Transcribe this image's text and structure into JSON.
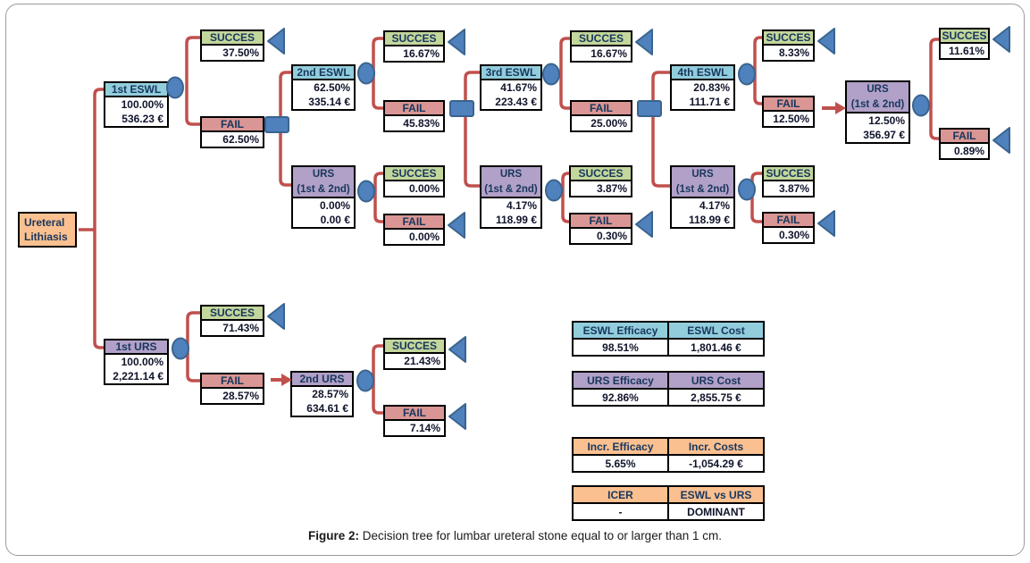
{
  "figure": {
    "caption_label": "Figure 2:",
    "caption_text": "Decision tree for lumbar ureteral stone equal to or larger than 1 cm."
  },
  "colors": {
    "eswl_blue": "#92CDDC",
    "urs_purple": "#B1A0C7",
    "succes_green": "#C3D69B",
    "fail_red": "#D99694",
    "root_orange": "#FAC090",
    "connector_red": "#C0504D",
    "shape_blue": "#4F81BD"
  },
  "tree": {
    "root": {
      "line1": "Ureteral",
      "line2": "Lithiasis"
    },
    "eswl1": {
      "title": "1st ESWL",
      "prob": "100.00%",
      "cost": "536.23 €"
    },
    "eswl1_succes": {
      "title": "SUCCES",
      "prob": "37.50%"
    },
    "eswl1_fail": {
      "title": "FAIL",
      "prob": "62.50%"
    },
    "eswl2": {
      "title": "2nd ESWL",
      "prob": "62.50%",
      "cost": "335.14 €"
    },
    "eswl2_succes": {
      "title": "SUCCES",
      "prob": "16.67%"
    },
    "eswl2_fail": {
      "title": "FAIL",
      "prob": "45.83%"
    },
    "eswl3": {
      "title": "3rd ESWL",
      "prob": "41.67%",
      "cost": "223.43 €"
    },
    "eswl3_succes": {
      "title": "SUCCES",
      "prob": "16.67%"
    },
    "eswl3_fail": {
      "title": "FAIL",
      "prob": "25.00%"
    },
    "eswl4": {
      "title": "4th ESWL",
      "prob": "20.83%",
      "cost": "111.71 €"
    },
    "eswl4_succes": {
      "title": "SUCCES",
      "prob": "8.33%"
    },
    "eswl4_fail": {
      "title": "FAIL",
      "prob": "12.50%"
    },
    "urs_a": {
      "title1": "URS",
      "title2": "(1st & 2nd)",
      "prob": "0.00%",
      "cost": "0.00 €"
    },
    "urs_a_succes": {
      "title": "SUCCES",
      "prob": "0.00%"
    },
    "urs_a_fail": {
      "title": "FAIL",
      "prob": "0.00%"
    },
    "urs_b": {
      "title1": "URS",
      "title2": "(1st & 2nd)",
      "prob": "4.17%",
      "cost": "118.99 €"
    },
    "urs_b_succes": {
      "title": "SUCCES",
      "prob": "3.87%"
    },
    "urs_b_fail": {
      "title": "FAIL",
      "prob": "0.30%"
    },
    "urs_c": {
      "title1": "URS",
      "title2": "(1st & 2nd)",
      "prob": "4.17%",
      "cost": "118.99 €"
    },
    "urs_c_succes": {
      "title": "SUCCES",
      "prob": "3.87%"
    },
    "urs_c_fail": {
      "title": "FAIL",
      "prob": "0.30%"
    },
    "urs_d": {
      "title1": "URS",
      "title2": "(1st & 2nd)",
      "prob": "12.50%",
      "cost": "356.97 €"
    },
    "urs_d_succes": {
      "title": "SUCCES",
      "prob": "11.61%"
    },
    "urs_d_fail": {
      "title": "FAIL",
      "prob": "0.89%"
    },
    "urs1": {
      "title": "1st URS",
      "prob": "100.00%",
      "cost": "2,221.14 €"
    },
    "urs1_succes": {
      "title": "SUCCES",
      "prob": "71.43%"
    },
    "urs1_fail": {
      "title": "FAIL",
      "prob": "28.57%"
    },
    "urs2": {
      "title": "2nd URS",
      "prob": "28.57%",
      "cost": "634.61 €"
    },
    "urs2_succes": {
      "title": "SUCCES",
      "prob": "21.43%"
    },
    "urs2_fail": {
      "title": "FAIL",
      "prob": "7.14%"
    }
  },
  "tables": [
    {
      "headers": [
        "ESWL Efficacy",
        "ESWL Cost"
      ],
      "values": [
        "98.51%",
        "1,801.46 €"
      ],
      "style": "blue"
    },
    {
      "headers": [
        "URS Efficacy",
        "URS Cost"
      ],
      "values": [
        "92.86%",
        "2,855.75 €"
      ],
      "style": "purple"
    },
    {
      "headers": [
        "Incr. Efficacy",
        "Incr. Costs"
      ],
      "values": [
        "5.65%",
        "-1,054.29 €"
      ],
      "style": "orange"
    },
    {
      "headers": [
        "ICER",
        "ESWL vs URS"
      ],
      "values": [
        "-",
        "DOMINANT"
      ],
      "style": "orange"
    }
  ]
}
